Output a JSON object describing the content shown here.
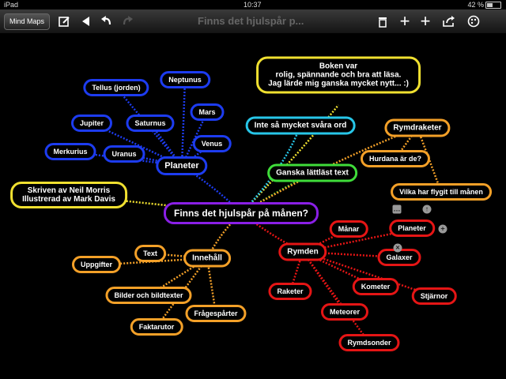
{
  "status": {
    "device": "iPad",
    "time": "10:37",
    "battery": "42 %",
    "battery_level": 0.42
  },
  "toolbar": {
    "mindmaps_label": "Mind Maps",
    "title": "Finns det hjulspår p...",
    "icons": [
      "compose-icon",
      "back-icon",
      "undo-icon",
      "redo-icon",
      "trash-icon",
      "add-icon",
      "add-child-icon",
      "share-icon",
      "palette-icon"
    ]
  },
  "nodes": {
    "center": "Finns det hjulspår på månen?",
    "planeter": "Planeter",
    "tellus": "Tellus (jorden)",
    "neptunus": "Neptunus",
    "jupiter": "Jupiter",
    "saturnus": "Saturnus",
    "mars": "Mars",
    "venus": "Venus",
    "merkurius": "Merkurius",
    "uranus": "Uranus",
    "author_line1": "Skriven av Neil Morris",
    "author_line2": "Illustrerad av Mark Davis",
    "boken_line1": "Boken var",
    "boken_line2": "rolig, spännande och bra att läsa.",
    "boken_line3": "Jag lärde mig ganska mycket nytt... :)",
    "inte_svara": "Inte så mycket svåra ord",
    "ganska": "Ganska lättläst text",
    "rymdraketer": "Rymdraketer",
    "hurdana": "Hurdana är de?",
    "vilka": "Vilka har flygit till månen",
    "innehall": "Innehåll",
    "text": "Text",
    "uppgifter": "Uppgifter",
    "bilder": "Bilder och bildtexter",
    "fragesparter": "Frågespårter",
    "faktarutor": "Faktarutor",
    "rymden": "Rymden",
    "manar": "Månar",
    "planeter2": "Planeter",
    "galaxer": "Galaxer",
    "raketer": "Raketer",
    "kometer": "Kometer",
    "stjarnor": "Stjärnor",
    "meteorer": "Meteorer",
    "rymdsonder": "Rymdsonder"
  },
  "colors": {
    "blue": "#1d3cf0",
    "cyan": "#27c6e8",
    "yellow": "#f0e030",
    "green": "#3fdc3a",
    "orange": "#f3a028",
    "red": "#e51515",
    "purple": "#8a1fe6"
  }
}
